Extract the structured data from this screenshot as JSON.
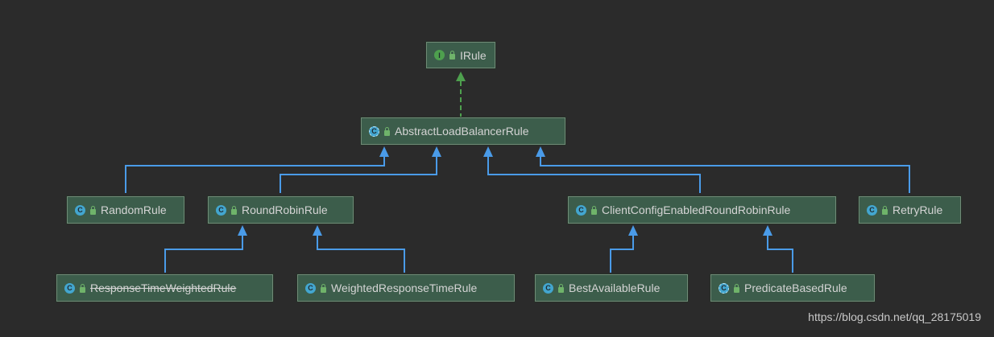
{
  "nodes": {
    "irule": {
      "label": "IRule",
      "kind": "interface",
      "kind_letter": "I"
    },
    "abstract_rule": {
      "label": "AbstractLoadBalancerRule",
      "kind": "abstract-class",
      "kind_letter": "C"
    },
    "random_rule": {
      "label": "RandomRule",
      "kind": "class",
      "kind_letter": "C"
    },
    "round_robin_rule": {
      "label": "RoundRobinRule",
      "kind": "class",
      "kind_letter": "C"
    },
    "client_config_rule": {
      "label": "ClientConfigEnabledRoundRobinRule",
      "kind": "class",
      "kind_letter": "C"
    },
    "retry_rule": {
      "label": "RetryRule",
      "kind": "class",
      "kind_letter": "C"
    },
    "response_time_weighted_rule": {
      "label": "ResponseTimeWeightedRule",
      "kind": "class",
      "kind_letter": "C",
      "deprecated": true
    },
    "weighted_response_time_rule": {
      "label": "WeightedResponseTimeRule",
      "kind": "class",
      "kind_letter": "C"
    },
    "best_available_rule": {
      "label": "BestAvailableRule",
      "kind": "class",
      "kind_letter": "C"
    },
    "predicate_based_rule": {
      "label": "PredicateBasedRule",
      "kind": "class",
      "kind_letter": "C"
    }
  },
  "relations": [
    {
      "from": "abstract_rule",
      "to": "irule",
      "type": "implements"
    },
    {
      "from": "random_rule",
      "to": "abstract_rule",
      "type": "extends"
    },
    {
      "from": "round_robin_rule",
      "to": "abstract_rule",
      "type": "extends"
    },
    {
      "from": "client_config_rule",
      "to": "abstract_rule",
      "type": "extends"
    },
    {
      "from": "retry_rule",
      "to": "abstract_rule",
      "type": "extends"
    },
    {
      "from": "response_time_weighted_rule",
      "to": "round_robin_rule",
      "type": "extends"
    },
    {
      "from": "weighted_response_time_rule",
      "to": "round_robin_rule",
      "type": "extends"
    },
    {
      "from": "best_available_rule",
      "to": "client_config_rule",
      "type": "extends"
    },
    {
      "from": "predicate_based_rule",
      "to": "client_config_rule",
      "type": "extends"
    }
  ],
  "colors": {
    "background": "#2b2b2b",
    "extends_arrow": "#4a9be8",
    "implements_arrow": "#4ea04e",
    "node_fill": "#3c5d4b",
    "class_icon": "#43a6cf",
    "interface_icon": "#4ea04e"
  },
  "watermark": "https://blog.csdn.net/qq_28175019"
}
